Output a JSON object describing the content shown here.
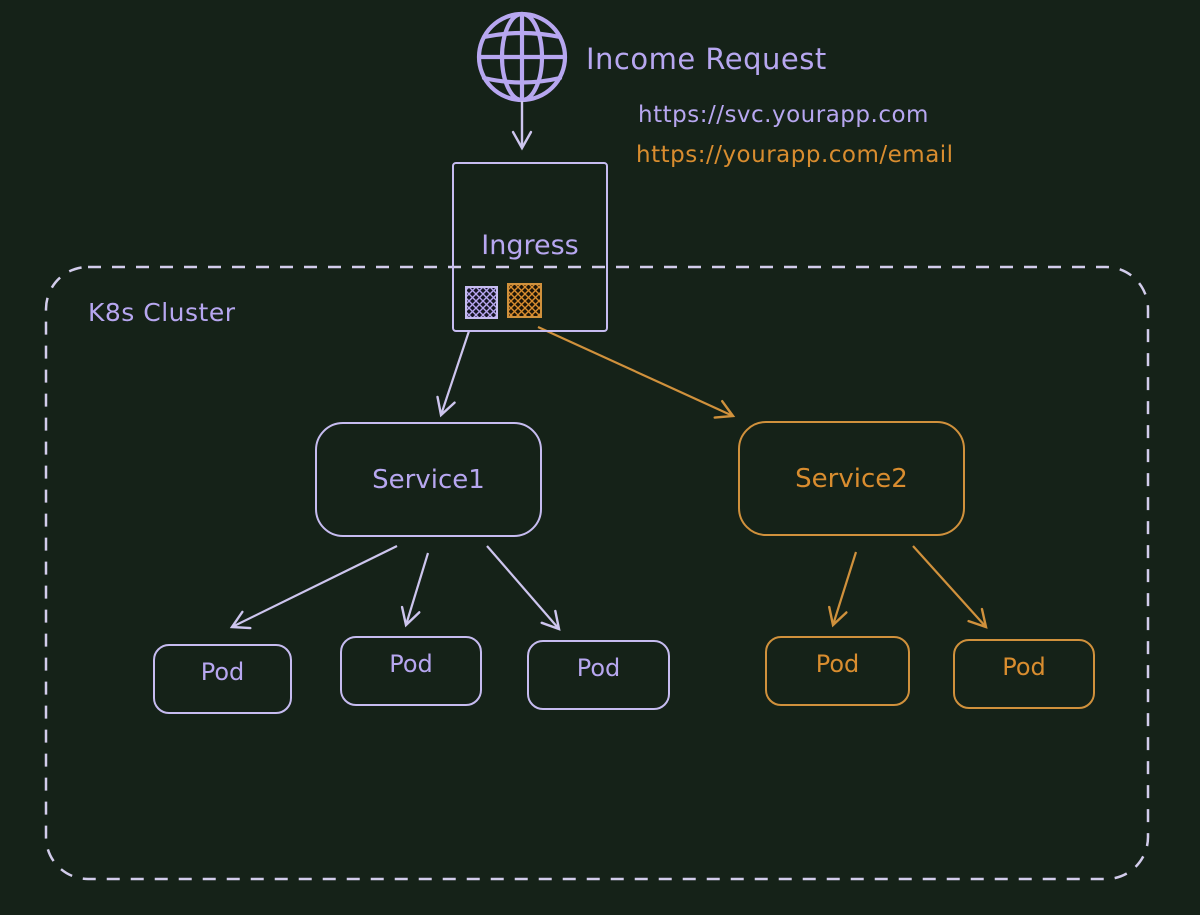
{
  "diagram": {
    "title": "Income Request",
    "urls": [
      {
        "text": "https://svc.yourapp.com",
        "color": "#b7a7f0"
      },
      {
        "text": "https://yourapp.com/email",
        "color": "#d98d2f"
      }
    ],
    "cluster": {
      "label": "K8s Cluster"
    },
    "ingress": {
      "label": "Ingress"
    },
    "services": [
      {
        "label": "Service1",
        "color": "#b7a7f0",
        "pod_count": 3
      },
      {
        "label": "Service2",
        "color": "#d98d2f",
        "pod_count": 2
      }
    ],
    "pod_labels": [
      "Pod",
      "Pod",
      "Pod",
      "Pod",
      "Pod"
    ],
    "icons": {
      "globe": "globe-icon"
    }
  },
  "colors": {
    "background": "#152218",
    "purple_text": "#b7a7f0",
    "purple_line": "#c6bcf0",
    "purple_arrow": "#cdc5ee",
    "dashed_border": "#d2cceb",
    "orange_text": "#d98d2f",
    "orange_line": "#d0913c"
  }
}
